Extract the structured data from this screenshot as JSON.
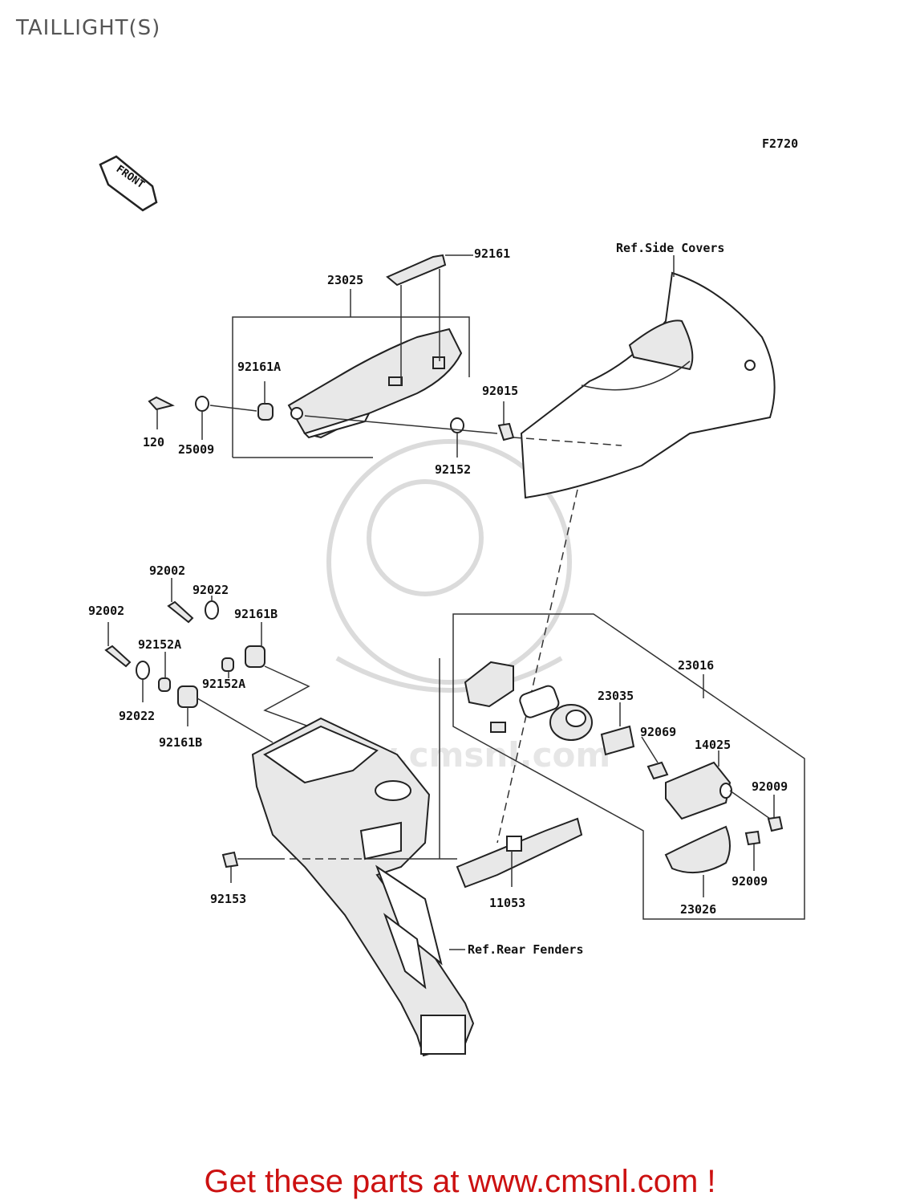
{
  "title": "TAILLIGHT(S)",
  "figure_code": "F2720",
  "front_label": "FRONT",
  "watermark": "www.cmsnl.com",
  "refs": {
    "side_covers": "Ref.Side Covers",
    "rear_fenders": "Ref.Rear Fenders"
  },
  "labels": {
    "p92161": "92161",
    "p23025": "23025",
    "p92161A": "92161A",
    "p92015": "92015",
    "p120": "120",
    "p25009": "25009",
    "p92152": "92152",
    "p92002a": "92002",
    "p92022a": "92022",
    "p92002b": "92002",
    "p92161Ba": "92161B",
    "p92152Aa": "92152A",
    "p92152Ab": "92152A",
    "p92022b": "92022",
    "p92161Bb": "92161B",
    "p23016": "23016",
    "p23035": "23035",
    "p92069": "92069",
    "p14025": "14025",
    "p92009a": "92009",
    "p92009b": "92009",
    "p23026": "23026",
    "p92153": "92153",
    "p11053": "11053"
  },
  "footer": "Get these parts at www.cmsnl.com !"
}
